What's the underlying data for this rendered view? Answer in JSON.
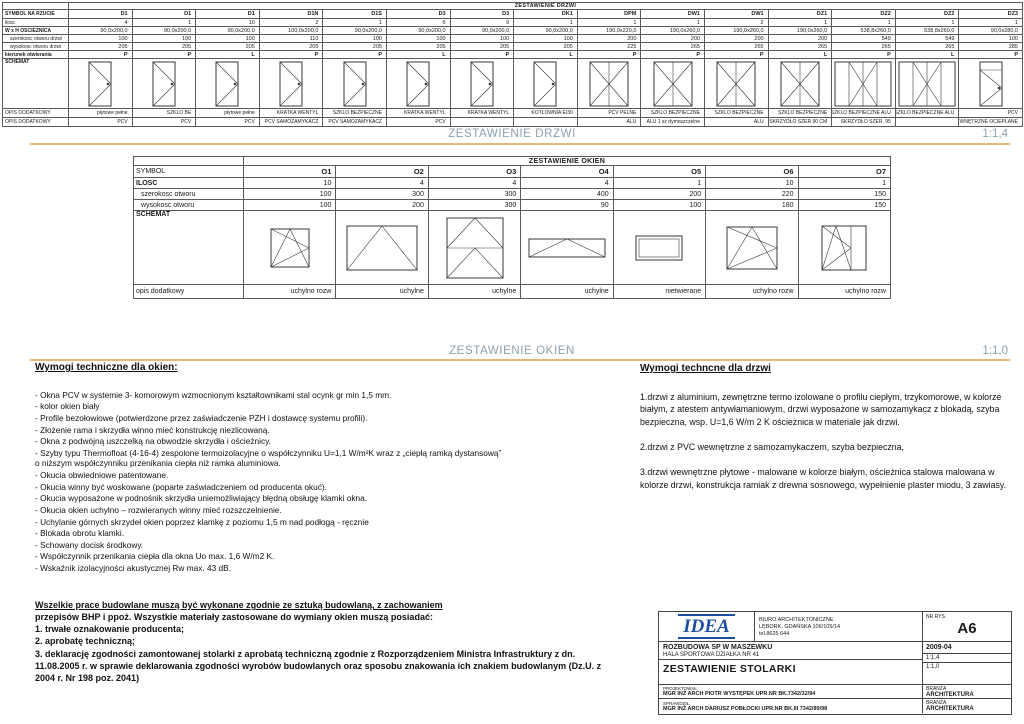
{
  "colors": {
    "section_title": "#8da0af",
    "rule_line": "#e6b87e",
    "logo_blue": "#1e4fa0"
  },
  "doors_table": {
    "title": "ZESTAWIENIE DRZWI",
    "labels": {
      "symbol": "SYMBOL NA RZUCIE",
      "ilosc": "ilosc",
      "wxh": "W x H OSCIEZNICA",
      "szer": "szerokosc otworu drzwi",
      "wys": "wysokosc otworu drzwi",
      "kier": "kierunek otwierania",
      "schemat": "SCHEMAT",
      "opis1": "OPIS DODATKOWY",
      "opis2": "OPIS DODATKOWY"
    },
    "columns": [
      {
        "symbol": "D1",
        "ilosc": "4",
        "wxh": "90,0x200,0",
        "szer": "100",
        "wys": "205",
        "kier": "P",
        "schemat": "single",
        "opis1": "płytowe pełne",
        "opis2": "PCV"
      },
      {
        "symbol": "D1",
        "ilosc": "1",
        "wxh": "90,0x200,0",
        "szer": "100",
        "wys": "205",
        "kier": "P",
        "schemat": "single",
        "opis1": "SZKLO BE",
        "opis2": "PCV"
      },
      {
        "symbol": "D1",
        "ilosc": "10",
        "wxh": "90,0x200,0",
        "szer": "100",
        "wys": "205",
        "kier": "L",
        "schemat": "single",
        "opis1": "płytowe pełne",
        "opis2": "PCV"
      },
      {
        "symbol": "D1N",
        "ilosc": "2",
        "wxh": "100,0x200,0",
        "szer": "110",
        "wys": "205",
        "kier": "P",
        "schemat": "single",
        "opis1": "KRATKA WENTYL",
        "opis2": "PCV SAMOZAMYKACZ"
      },
      {
        "symbol": "D1S",
        "ilosc": "1",
        "wxh": "90,0x200,0",
        "szer": "100",
        "wys": "205",
        "kier": "P",
        "schemat": "single",
        "opis1": "SZKLO BEZPIECZNE",
        "opis2": "PCV SAMOZAMYKACZ"
      },
      {
        "symbol": "D3",
        "ilosc": "6",
        "wxh": "90,0x200,0",
        "szer": "100",
        "wys": "205",
        "kier": "L",
        "schemat": "single",
        "opis1": "KRATKA WENTYL",
        "opis2": "PCV"
      },
      {
        "symbol": "D3",
        "ilosc": "9",
        "wxh": "90,0x200,0",
        "szer": "100",
        "wys": "205",
        "kier": "P",
        "schemat": "single",
        "opis1": "KRATKA WENTYL",
        "opis2": ""
      },
      {
        "symbol": "DK1",
        "ilosc": "1",
        "wxh": "90,0x200,0",
        "szer": "100",
        "wys": "205",
        "kier": "L",
        "schemat": "single",
        "opis1": "KOTŁOWNIA EI30",
        "opis2": ""
      },
      {
        "symbol": "DPM",
        "ilosc": "1",
        "wxh": "190,0x220,0",
        "szer": "200",
        "wys": "225",
        "kier": "P",
        "schemat": "double",
        "opis1": "PCV PELNE",
        "opis2": "ALU"
      },
      {
        "symbol": "DW1",
        "ilosc": "1",
        "wxh": "190,0x260,0",
        "szer": "200",
        "wys": "265",
        "kier": "P",
        "schemat": "double",
        "opis1": "SZKLO BEZPIECZNE",
        "opis2": "ALU 1 sz dymoszczelne"
      },
      {
        "symbol": "DW1",
        "ilosc": "2",
        "wxh": "190,0x260,0",
        "szer": "200",
        "wys": "265",
        "kier": "P",
        "schemat": "double",
        "opis1": "SZKLO BEZPIECZNE",
        "opis2": "ALU"
      },
      {
        "symbol": "DZ1",
        "ilosc": "1",
        "wxh": "190,0x260,0",
        "szer": "200",
        "wys": "265",
        "kier": "L",
        "schemat": "double",
        "opis1": "SZKLO BEZPIECZNE",
        "opis2": "SKRZYDŁO SZER 90 CM"
      },
      {
        "symbol": "DZ2",
        "ilosc": "1",
        "wxh": "538,8x260,0",
        "szer": "549",
        "wys": "265",
        "kier": "P",
        "schemat": "wide",
        "opis1": "SZKLO BEZPIECZNE ALU",
        "opis2": "SKRZYDŁO SZER. 95"
      },
      {
        "symbol": "DZ2",
        "ilosc": "1",
        "wxh": "538,8x260,0",
        "szer": "549",
        "wys": "265",
        "kier": "L",
        "schemat": "wide",
        "opis1": "SZKLO BEZPIECZNE ALU",
        "opis2": ""
      },
      {
        "symbol": "DZ3",
        "ilosc": "1",
        "wxh": "90,0x280,0",
        "szer": "100",
        "wys": "285",
        "kier": "P",
        "schemat": "tall",
        "opis1": "PCV",
        "opis2": "ZEWNĘTRZNE OCIEPLANE"
      }
    ]
  },
  "section_doors": {
    "title": "ZESTAWIENIE DRZWI",
    "scale": "1:1,4"
  },
  "windows_table": {
    "title": "ZESTAWIENIE OKIEN",
    "labels": {
      "symbol": "SYMBOL",
      "ilosc": "ILOSC",
      "szer": "szerokosc otworu",
      "wys": "wysokosc otworu",
      "schemat": "SCHEMAT",
      "opis": "opis dodatkowy"
    },
    "columns": [
      {
        "symbol": "O1",
        "ilosc": "10",
        "szer": "100",
        "wys": "100",
        "schemat": "tilt-turn-sq",
        "opis": "uchylno rozw"
      },
      {
        "symbol": "O2",
        "ilosc": "4",
        "szer": "300",
        "wys": "200",
        "schemat": "tilt-wide",
        "opis": "uchylne"
      },
      {
        "symbol": "O3",
        "ilosc": "4",
        "szer": "300",
        "wys": "300",
        "schemat": "tilt-stack",
        "opis": "uchylne"
      },
      {
        "symbol": "O4",
        "ilosc": "4",
        "szer": "400",
        "wys": "90",
        "schemat": "tilt-short",
        "opis": "uchylne"
      },
      {
        "symbol": "O5",
        "ilosc": "1",
        "szer": "200",
        "wys": "100",
        "schemat": "fixed",
        "opis": "nietwierane"
      },
      {
        "symbol": "O6",
        "ilosc": "10",
        "szer": "220",
        "wys": "180",
        "schemat": "tilt-turn",
        "opis": "uchylno rozw"
      },
      {
        "symbol": "O7",
        "ilosc": "1",
        "szer": "150",
        "wys": "150",
        "schemat": "tilt-turn-split",
        "opis": "uchylno rozw"
      }
    ]
  },
  "section_windows": {
    "title": "ZESTAWIENIE OKIEN",
    "scale": "1:1,0"
  },
  "tech_windows": {
    "heading": "Wymogi techniczne dla okien:",
    "items": [
      "- Okna PCV w systemie 3- komorowym wzmocnionym kształtownikami stal ocynk gr min 1,5 mm.",
      "- kolor okien  biały",
      "- Profile bezołowiowe (potwierdzone przez zaświadczenie PZH i dostawcę systemu profili).",
      "- Złożenie rama i skrzydła winno mieć konstrukcję niezlicowaną.",
      "- Okna z podwójną uszczelką na obwodzie skrzydła i ościeżnicy.",
      "- Szyby typu Thermofloat (4-16-4)  zespolone termoizolacyjne o współczynniku U=1,1   W/m²K wraz   z „ciepłą ramką dystansową” o  niższym współczynniku przenikania ciepła niż ramka aluminiowa.",
      "- Okucia obwiedniowe patentowane.",
      "- Okucia winny być woskowane (poparte zaświadczeniem od producenta okuć).",
      "- Okucia wyposażone w podnośnik skrzydła uniemożliwiający błędną obsługę klamki okna.",
      "- Okucia okien uchylno – rozwieranych winny mieć rozszczelnienie.",
      "- Uchylanie górnych skrzydeł okien poprzez klamkę z poziomu 1,5 m nad podłogą - ręcznie",
      "- Blokada obrotu klamki.",
      "- Schowany docisk środkowy.",
      "- Współczynnik przenikania ciepła dla okna Uo max. 1,6 W/m2 K.",
      "- Wskaźnik izolacyjności akustycznej Rw max. 43 dB."
    ]
  },
  "tech_doors": {
    "heading": "Wymogi techncne dla drzwi",
    "paragraphs": [
      "1.drzwi z aluminium, zewnętrzne termo izolowane o profilu ciepłym, trzykomorowe, w kolorze białym, z atestem antywłamaniowym, drzwi wyposażone w samozamykacz z blokadą, szyba bezpieczna, wsp. U=1,6 W/m 2 K ościeżnica w materiale jak drzwi.",
      "2.drzwi z PVC wewnętrzne z samozamykaczem, szyba bezpieczna,",
      "3.drzwi wewnętrzne płytowe - malowane w kolorze białym, ościeżnica stalowa malowana w kolorze drzwi, konstrukcja ramiak z drewna sosnowego, wypełnienie plaster miodu, 3 zawiasy."
    ]
  },
  "footer_note": {
    "line1": "Wszelkie prace budowlane muszą być wykonane zgodnie ze sztuką budowlaną, z zachowaniem",
    "line2": "przepisów BHP i ppoż. Wszystkie materiały zastosowane do wymiany okien muszą posiadać:",
    "items": [
      "1. trwałe oznakowanie producenta;",
      "2. aprobatę techniczną;",
      "3. deklarację zgodności zamontowanej stolarki z aprobatą techniczną zgodnie z Rozporządzeniem Ministra Infrastruktury z dn. 11.08.2005 r. w sprawie deklarowania zgodności wyrobów budowlanych oraz sposobu znakowania ich znakiem budowlanym (Dz.U. z 2004 r. Nr 198 poz. 2041)"
    ]
  },
  "title_block": {
    "logo": "IDEA",
    "office_line1": "BIURO ARCHITEKTONICZNE",
    "office_line2": "LĘBORK, GDAŃSKA 106/105/14",
    "office_line3": "tel.8625 644",
    "nr_rys_label": "NR RYS.",
    "nr_rys": "A6",
    "project_line1": "ROZBUDOWA SP W MASZEWKU",
    "project_line2": "HALA SPORTOWA DZIAŁKA NR 41",
    "date": "2009-04",
    "scale1": "1:1,4",
    "scale2": "1:1,0",
    "drawing_title": "ZESTAWIENIE STOLARKI",
    "projektowal_label": "PROJEKTOWAŁ:",
    "projektowal_name": "MGR INŻ ARCH PIOTR WYSTĘPEK",
    "projektowal_upr": "UPR.NR BK.7342/32/94",
    "sprawdzil_label": "SPRAWDZIŁ:",
    "sprawdzil_name": "MGR INŻ ARCH DARIUSZ POBŁOCKI",
    "sprawdzil_upr": "UPR.NR BK.III 7342/89/98",
    "branza_label": "BRANŻA",
    "branza_value": "ARCHITEKTURA"
  }
}
